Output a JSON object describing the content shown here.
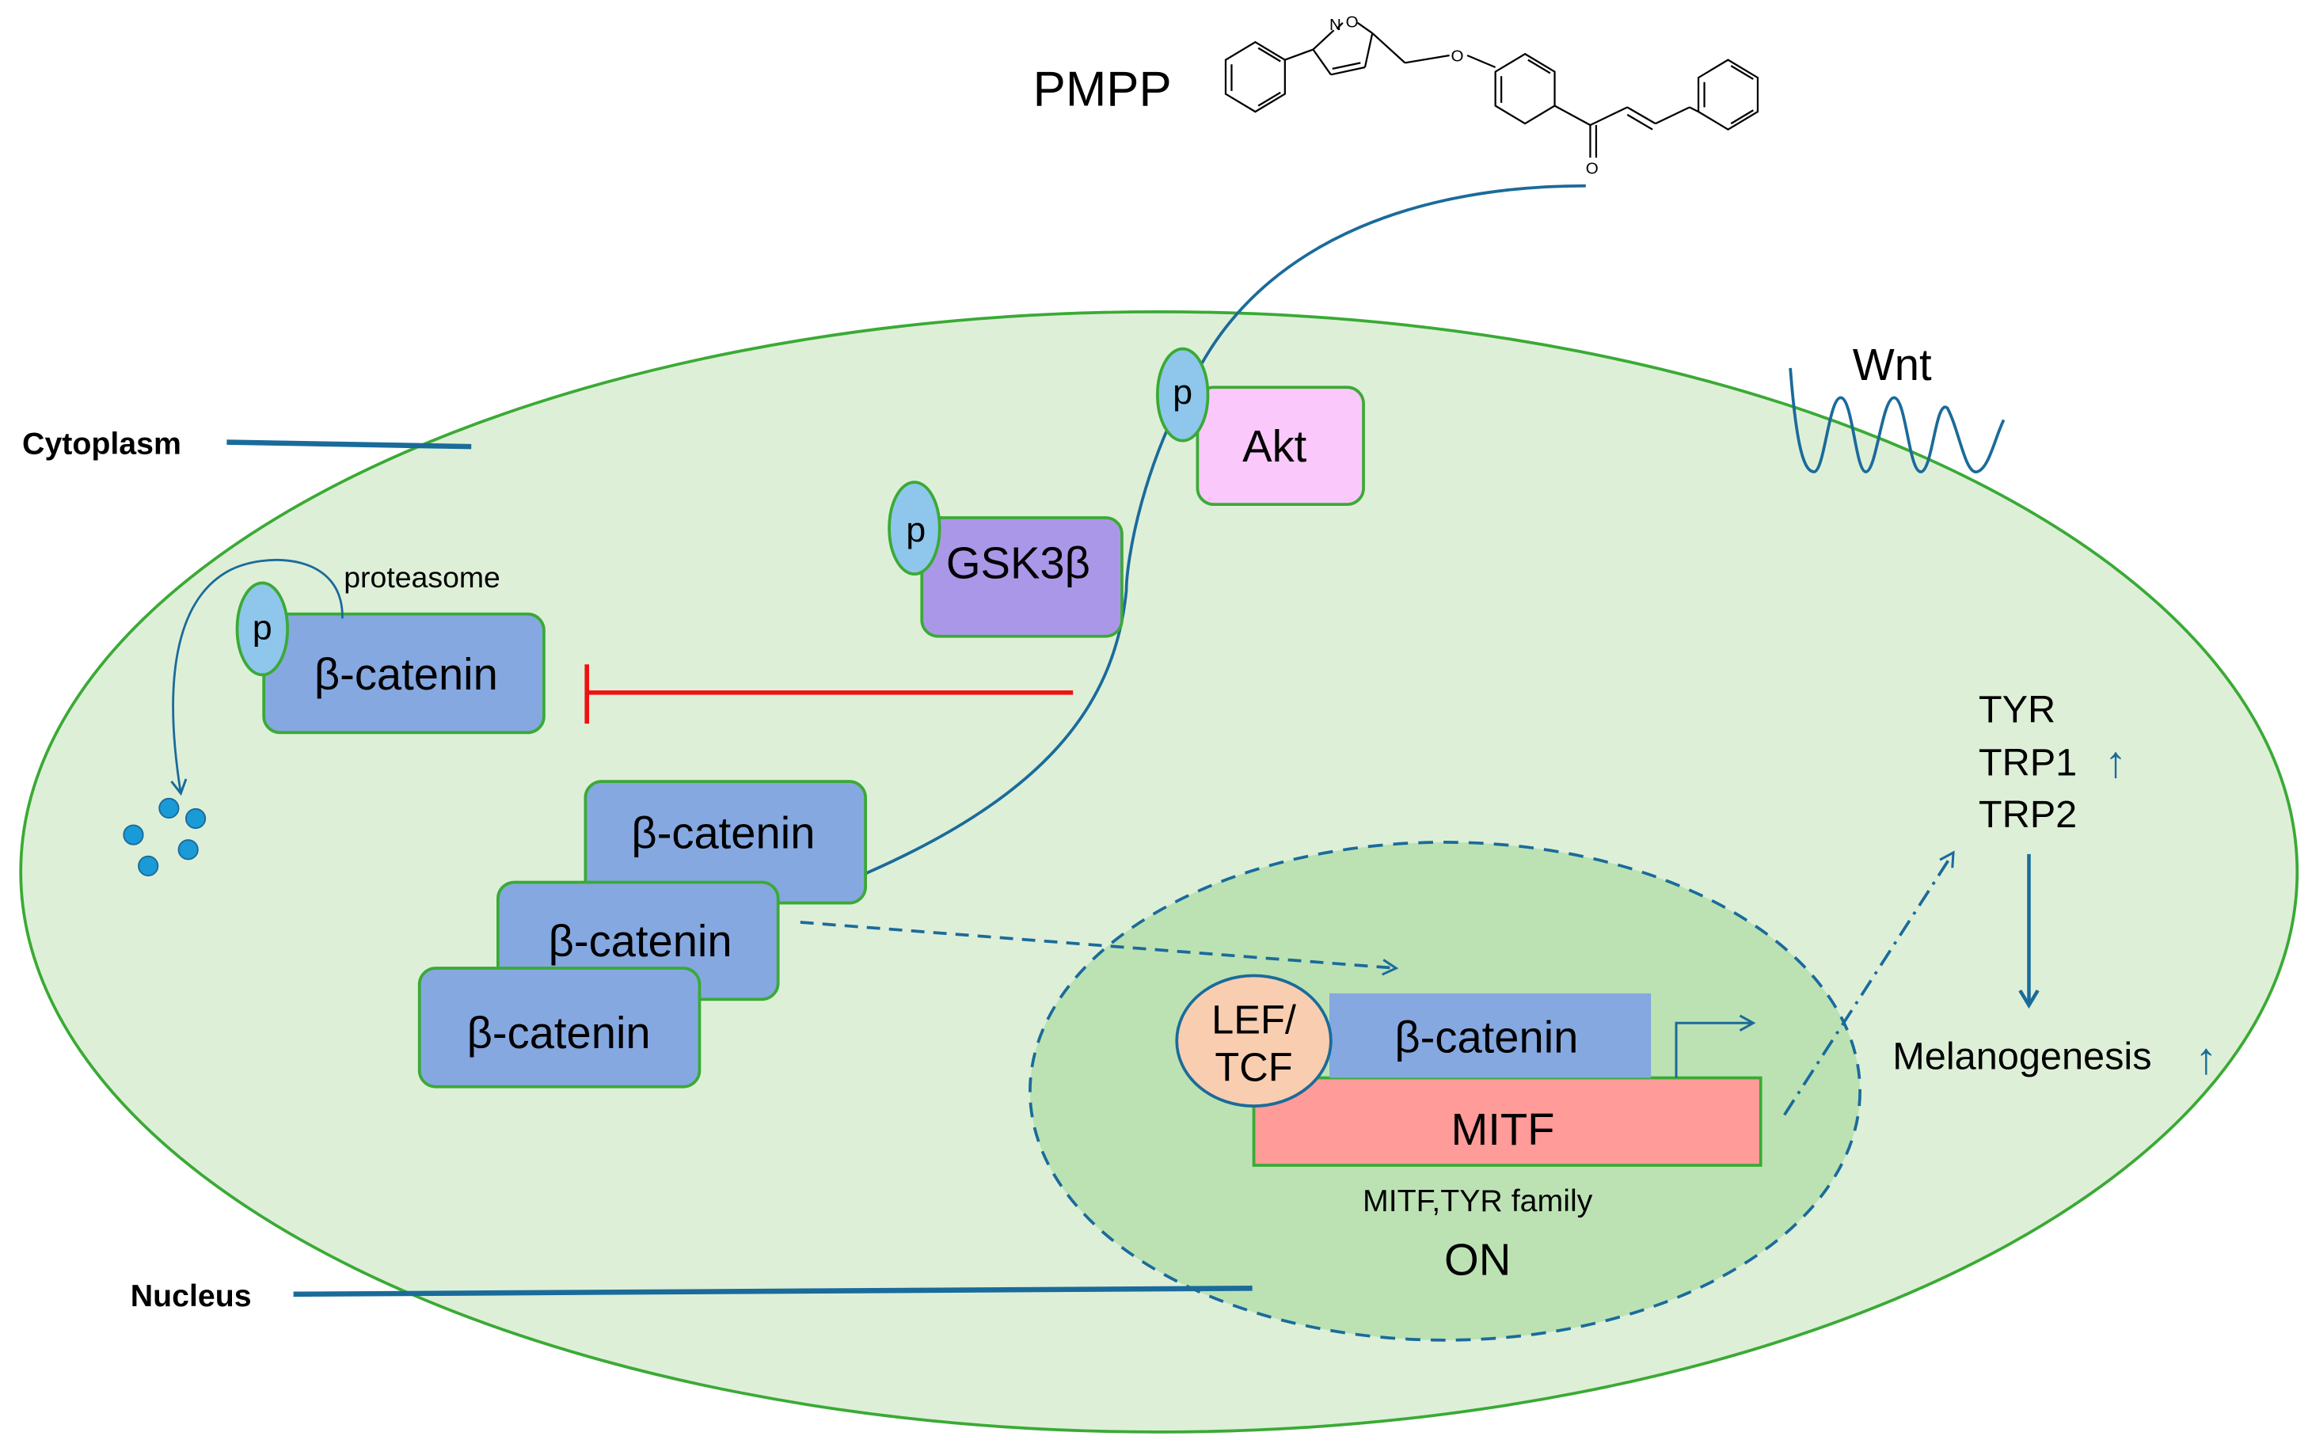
{
  "compound": {
    "name": "PMPP",
    "atom_n": "N",
    "atom_o_ring": "O",
    "atom_o_ether": "O",
    "atom_o_ketone": "O"
  },
  "labels": {
    "cytoplasm": "Cytoplasm",
    "nucleus": "Nucleus",
    "wnt": "Wnt",
    "akt": "Akt",
    "gsk3b": "GSK3β",
    "phospho": "p",
    "bcatenin": "β-catenin",
    "proteasome": "proteasome",
    "lef_tcf_line1": "LEF/",
    "lef_tcf_line2": "TCF",
    "mitf": "MITF",
    "gene_family": "MITF,TYR family",
    "on": "ON",
    "tyr": "TYR",
    "trp1": "TRP1",
    "trp2": "TRP2",
    "melanogenesis": "Melanogenesis",
    "up_arrow": "↑"
  },
  "colors": {
    "cell_fill": "#deefd8",
    "cell_stroke": "#3aaa35",
    "nucleus_fill": "#bce2b4",
    "pathway_line": "#1a6b9a",
    "protein_blue": "#85a8e0",
    "akt_pink": "#fbc8fb",
    "gsk_purple": "#ab97e8",
    "phospho_blue": "#8fc6ec",
    "lef_peach": "#f9cdb0",
    "mitf_red": "#ff9b98",
    "inhibit_red": "#ee1111",
    "box_stroke": "#3aaa35"
  }
}
